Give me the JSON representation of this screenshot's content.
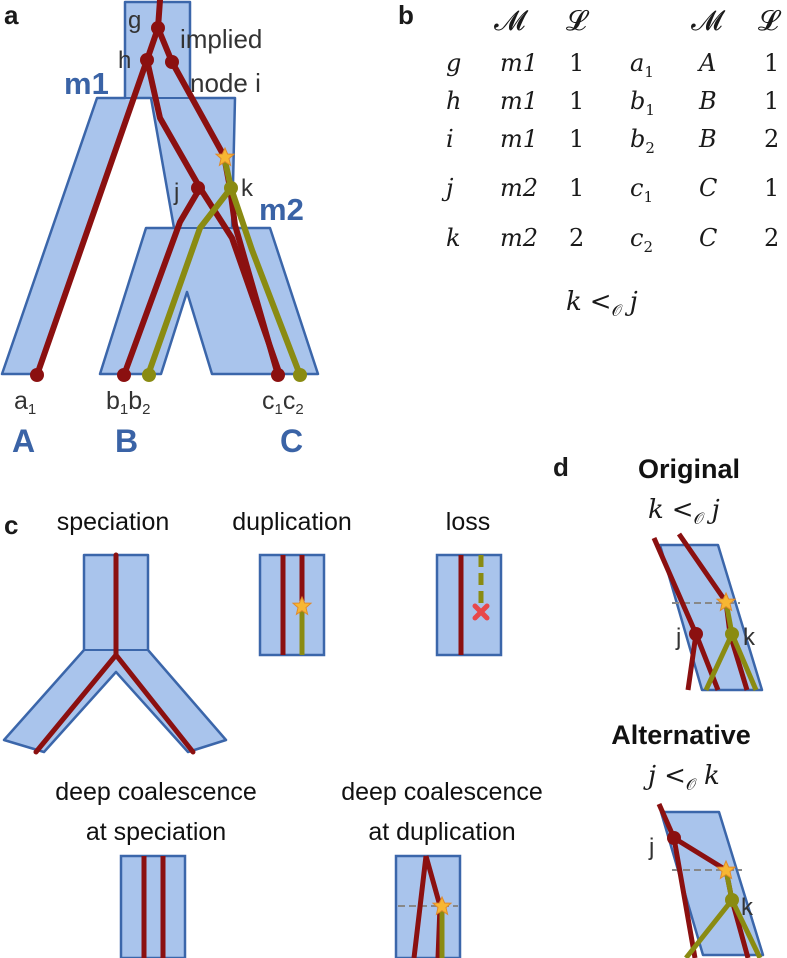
{
  "panels": {
    "a": "a",
    "b": "b",
    "c": "c",
    "d": "d"
  },
  "colors": {
    "species_fill": "#a9c4ec",
    "species_stroke": "#3b66aa",
    "gene_red": "#8b1010",
    "gene_olive": "#8a8b12",
    "star": "#f7b733",
    "loss_x": "#e8474a",
    "label_blue": "#3a63a6"
  },
  "panel_a": {
    "node_labels": {
      "g": "g",
      "h": "h",
      "implied_line1": "implied",
      "implied_line2": "node i",
      "j": "j",
      "k": "k"
    },
    "species_tree_labels": {
      "m1": "m1",
      "m2": "m2"
    },
    "leaves": {
      "a1": "a",
      "a1_sub": "1",
      "b1": "b",
      "b1_sub": "1",
      "b2": "b",
      "b2_sub": "2",
      "c1": "c",
      "c1_sub": "1",
      "c2": "c",
      "c2_sub": "2"
    },
    "species": {
      "A": "A",
      "B": "B",
      "C": "C"
    }
  },
  "panel_b": {
    "headers": {
      "M": "𝓜",
      "L": "𝓛"
    },
    "left_rows": [
      {
        "node": "g",
        "M": "m1",
        "L": "1"
      },
      {
        "node": "h",
        "M": "m1",
        "L": "1"
      },
      {
        "node": "i",
        "M": "m1",
        "L": "1"
      },
      {
        "node": "j",
        "M": "m2",
        "L": "1"
      },
      {
        "node": "k",
        "M": "m2",
        "L": "2"
      }
    ],
    "right_rows": [
      {
        "node": "a",
        "sub": "1",
        "M": "A",
        "L": "1"
      },
      {
        "node": "b",
        "sub": "1",
        "M": "B",
        "L": "1"
      },
      {
        "node": "b",
        "sub": "2",
        "M": "B",
        "L": "2"
      },
      {
        "node": "c",
        "sub": "1",
        "M": "C",
        "L": "1"
      },
      {
        "node": "c",
        "sub": "2",
        "M": "C",
        "L": "2"
      }
    ],
    "order": {
      "left": "k",
      "op": "<",
      "sub": "𝒪",
      "right": "j"
    }
  },
  "panel_c": {
    "speciation": "speciation",
    "duplication": "duplication",
    "loss": "loss",
    "dc_spec_line1": "deep coalescence",
    "dc_spec_line2": "at speciation",
    "dc_dup_line1": "deep coalescence",
    "dc_dup_line2": "at duplication"
  },
  "panel_d": {
    "original": "Original",
    "original_order": {
      "left": "k",
      "op": "<",
      "sub": "𝒪",
      "right": "j"
    },
    "alternative": "Alternative",
    "alternative_order": {
      "left": "j",
      "op": "<",
      "sub": "𝒪",
      "right": "k"
    },
    "node_j": "j",
    "node_k": "k"
  }
}
